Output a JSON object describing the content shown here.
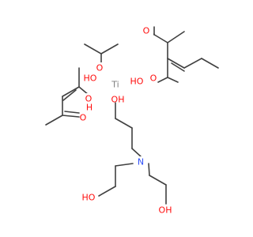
{
  "atoms": {
    "O": "O",
    "OH": "OH",
    "HO": "HO",
    "Ti": "Ti",
    "N": "N",
    "H": "H"
  },
  "colors": {
    "oxygen": "#ff0d0d",
    "nitrogen": "#3050f8",
    "titanium": "#bfc2c7",
    "bond": "#404040"
  }
}
